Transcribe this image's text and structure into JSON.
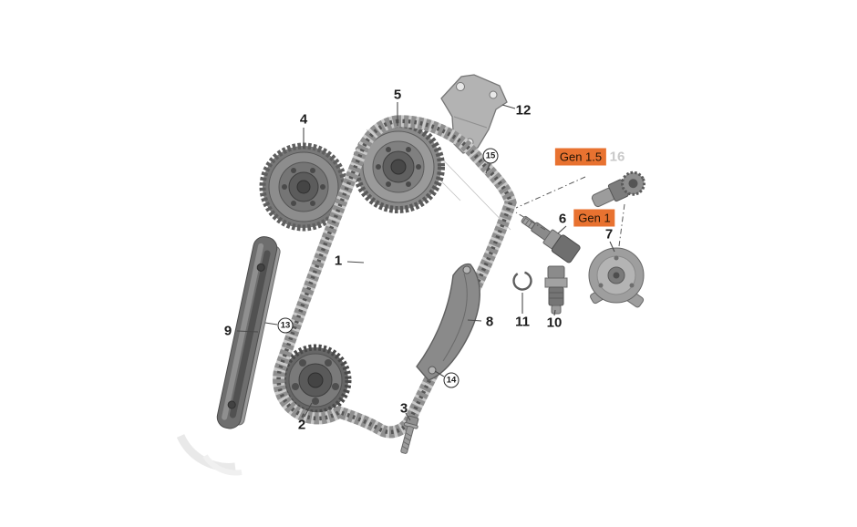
{
  "diagram": {
    "callouts": {
      "n1": "1",
      "n2": "2",
      "n3": "3",
      "n4": "4",
      "n5": "5",
      "n6": "6",
      "n7": "7",
      "n8": "8",
      "n9": "9",
      "n10": "10",
      "n11": "11",
      "n12": "12",
      "n16": "16"
    },
    "circled_callouts": {
      "n13": "13",
      "n14": "14",
      "n15": "15"
    },
    "badges": {
      "gen15": "Gen 1.5",
      "gen1": "Gen 1"
    },
    "colors": {
      "badge_background": "#e87230",
      "badge_text": "#241405",
      "muted_callout": "#c9c9c9",
      "background": "#ffffff",
      "line": "#4a4a4a"
    }
  }
}
